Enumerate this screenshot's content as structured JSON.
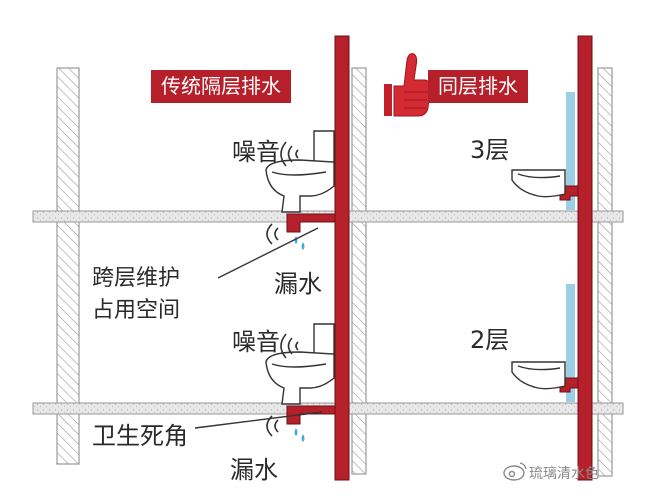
{
  "left_panel": {
    "title": "传统隔层排水",
    "upper_noise": "噪音",
    "lower_noise": "噪音",
    "upper_leak": "漏水",
    "lower_leak": "漏水",
    "maintenance_note": [
      "跨层维护",
      "占用空间"
    ],
    "dead_corner": "卫生死角"
  },
  "right_panel": {
    "title": "同层排水",
    "upper_floor": "3层",
    "lower_floor": "2层"
  },
  "watermark": "琉璃清水色",
  "colors": {
    "pipe_red": "#b5202a",
    "header_red": "#b5202a",
    "water_blue": "#9ccfe6",
    "wall_hatch": "#9a9a9a",
    "slab_fill": "#e6e6e6"
  },
  "icons": {
    "approval": "thumbs-up-icon",
    "noise": "sound-wave-icon",
    "leak": "water-drop-icon",
    "brand": "weibo-icon"
  }
}
